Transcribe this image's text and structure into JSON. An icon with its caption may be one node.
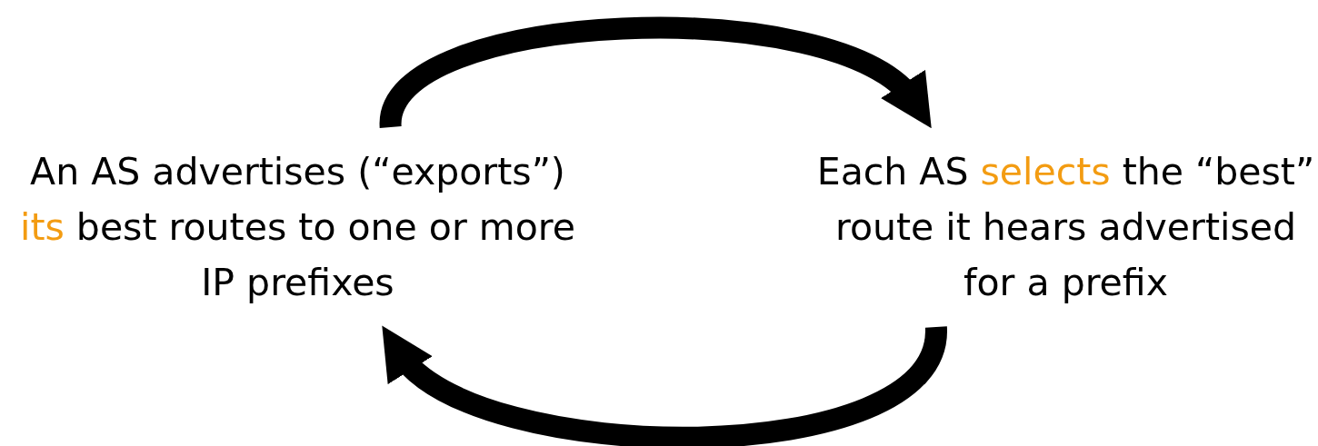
{
  "diagram": {
    "nodes": [
      {
        "text": [
          "An AS advertises (“exports”) **its** best routes to one or more IP prefixes"
        ]
      },
      {
        "text": [
          "Each AS **selects** the “best” route it hears advertised for a prefix"
        ]
      }
    ],
    "edges": [
      {
        "from": 0,
        "to": 1,
        "arrow": "to"
      },
      {
        "from": 1,
        "to": 0,
        "arrow": "to"
      }
    ]
  }
}
